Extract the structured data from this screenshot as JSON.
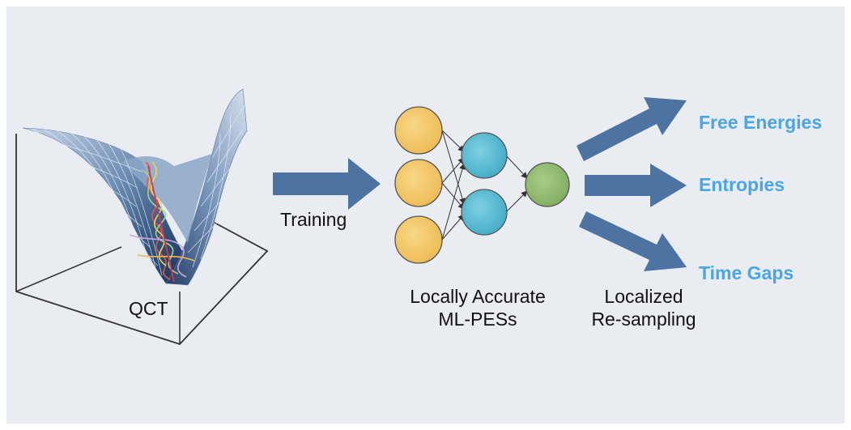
{
  "labels": {
    "qct": "QCT",
    "training": "Training",
    "ml_pes_line1": "Locally Accurate",
    "ml_pes_line2": "ML-PESs",
    "resampling_line1": "Localized",
    "resampling_line2": "Re-sampling"
  },
  "outputs": {
    "free_energies": "Free Energies",
    "entropies": "Entropies",
    "time_gaps": "Time Gaps"
  },
  "colors": {
    "background": "#e9ecf1",
    "arrow": "#4d73a2",
    "output_text": "#4aa5e6",
    "input_node": "#f3c76a",
    "hidden_node": "#5cbcd4",
    "output_node": "#93bd72"
  }
}
